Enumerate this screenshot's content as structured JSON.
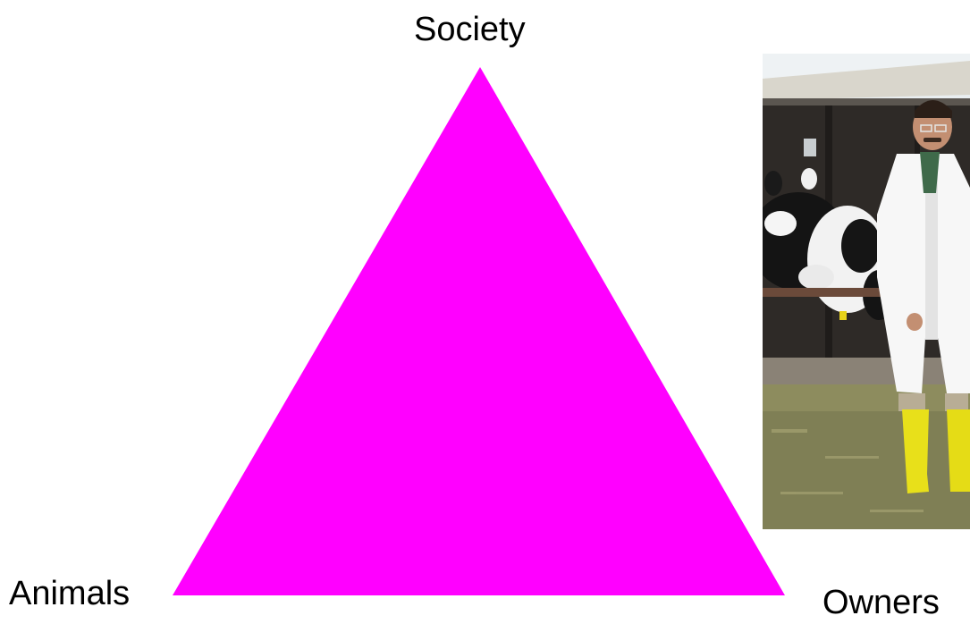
{
  "diagram": {
    "vertices": {
      "top": "Society",
      "left": "Animals",
      "right": "Owners"
    },
    "triangle_color": "#ff00ff"
  },
  "photo": {
    "icon": "photo-veterinarian-with-cows"
  }
}
